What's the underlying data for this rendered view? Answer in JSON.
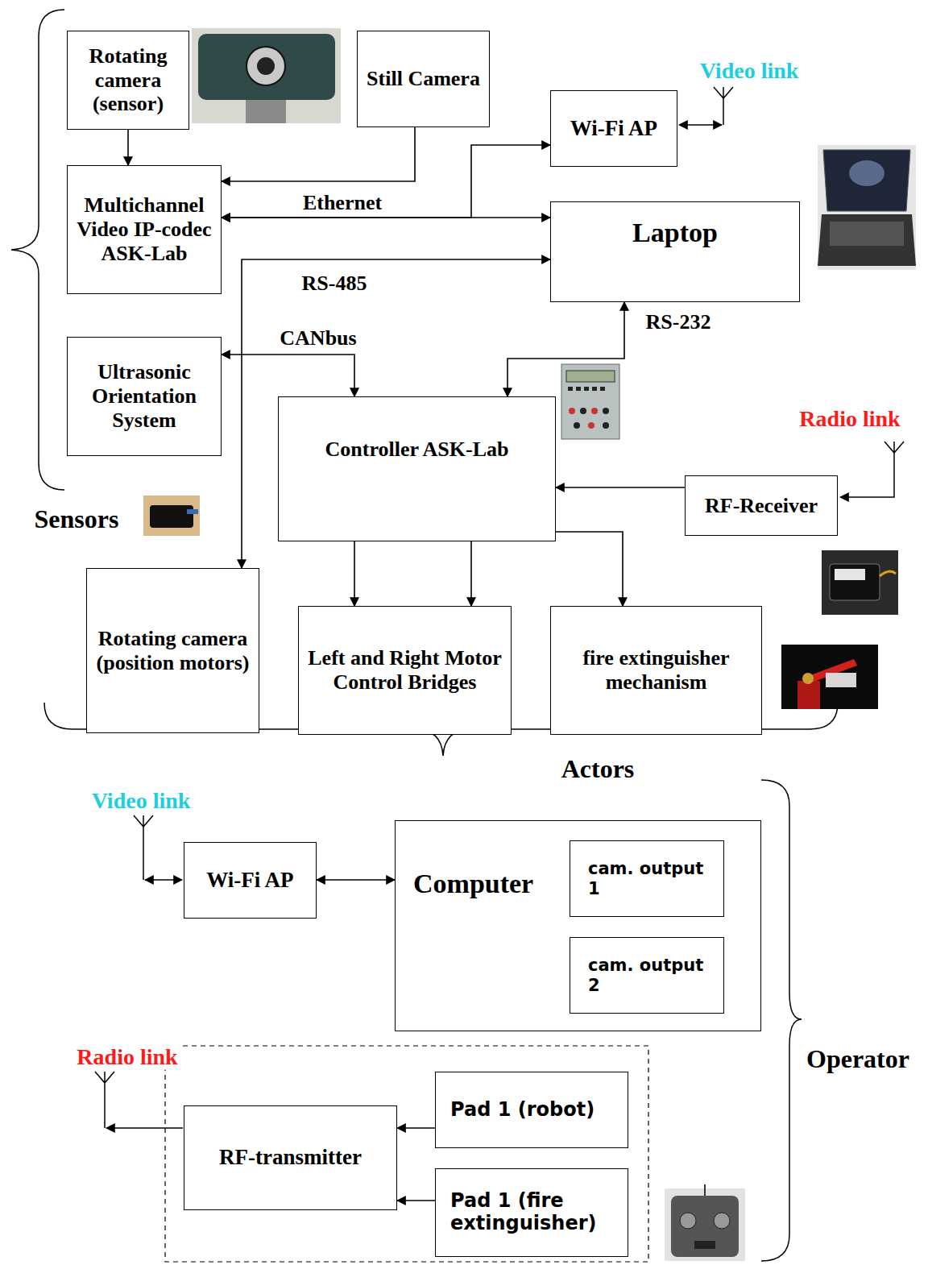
{
  "diagram": {
    "nodes": [
      {
        "text": [
          "Rotating camera (sensor)"
        ]
      },
      {
        "text": [
          "Still Camera"
        ]
      },
      {
        "text": [
          "Multichannel Video IP-codec ASK-Lab"
        ]
      },
      {
        "text": [
          "Wi-Fi AP"
        ]
      },
      {
        "text": [
          "Laptop"
        ]
      },
      {
        "text": [
          "Ultrasonic Orientation System"
        ]
      },
      {
        "text": [
          "Controller ASK-Lab"
        ]
      },
      {
        "text": [
          "RF-Receiver"
        ]
      },
      {
        "text": [
          "Rotating camera (position motors)"
        ]
      },
      {
        "text": [
          "Left and Right Motor Control Bridges"
        ]
      },
      {
        "text": [
          "fire extinguisher mechanism"
        ]
      },
      {
        "text": [
          "Wi-Fi AP"
        ]
      },
      {
        "text": [
          "Computer"
        ]
      },
      {
        "text": [
          "cam. output 1"
        ],
        "in": 12
      },
      {
        "text": [
          "cam. output 2"
        ],
        "in": 12
      },
      {
        "text": [
          "RF-transmitter"
        ]
      },
      {
        "text": [
          "Pad 1 (robot)"
        ]
      },
      {
        "text": [
          "Pad 1 (fire extinguisher)"
        ]
      }
    ],
    "edges": [
      {
        "from": 0,
        "to": 2,
        "arrow": "to"
      },
      {
        "from": 1,
        "to": 2,
        "arrow": "to"
      },
      {
        "from": 2,
        "to": 4,
        "label": "Ethernet",
        "arrow": "both"
      },
      {
        "from": 2,
        "to": 3,
        "arrow": "both"
      },
      {
        "from": 4,
        "to": 8,
        "label": "RS-485",
        "arrow": "both"
      },
      {
        "from": 4,
        "to": 6,
        "label": "RS-232",
        "arrow": "both"
      },
      {
        "from": 5,
        "to": 6,
        "label": "CANbus",
        "arrow": "both"
      },
      {
        "from": 7,
        "to": 6,
        "arrow": "to"
      },
      {
        "from": 6,
        "to": 9,
        "arrow": "to"
      },
      {
        "from": 6,
        "to": 9,
        "arrow": "to"
      },
      {
        "from": 6,
        "to": 10,
        "arrow": "to"
      },
      {
        "from": 11,
        "to": 12,
        "arrow": "both"
      },
      {
        "from": 16,
        "to": 15,
        "arrow": "to"
      },
      {
        "from": 17,
        "to": 15,
        "arrow": "to"
      }
    ],
    "labels": [
      "Video link",
      "Radio link",
      "Sensors",
      "Actors",
      "Video link",
      "Radio link",
      "Operator"
    ]
  }
}
